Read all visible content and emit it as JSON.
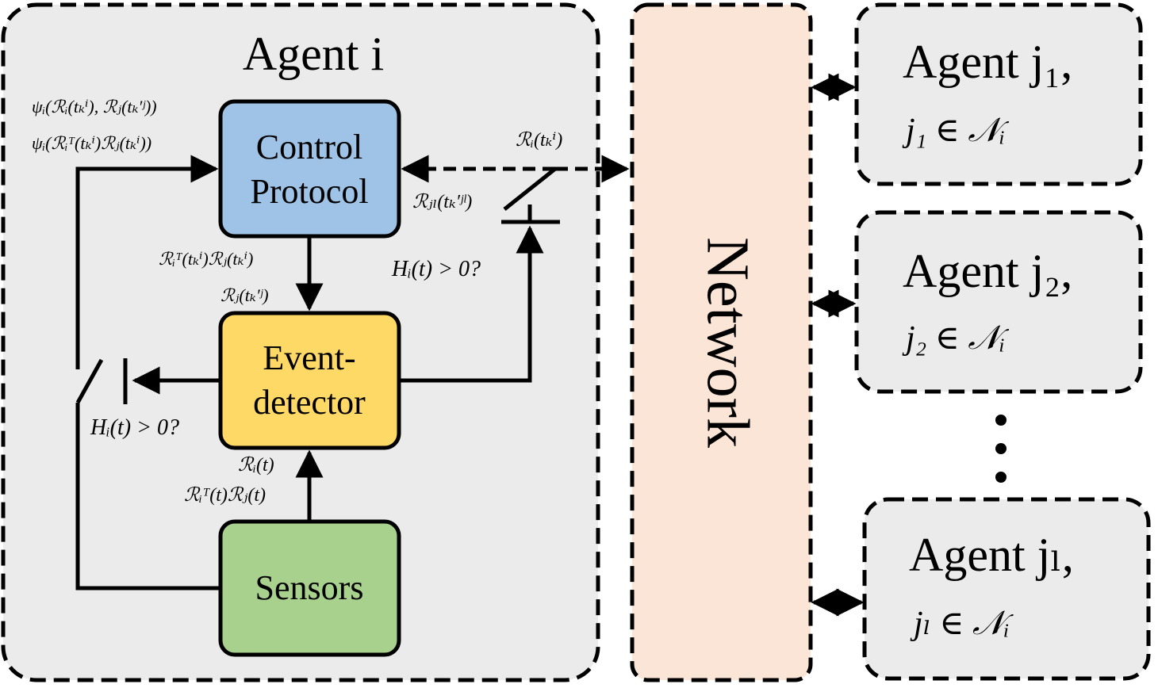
{
  "agent_i": {
    "title": "Agent i",
    "blocks": {
      "control_protocol": {
        "line1": "Control",
        "line2": "Protocol",
        "color": "#9fc3e6"
      },
      "event_detector": {
        "line1": "Event-",
        "line2": "detector",
        "color": "#ffd966"
      },
      "sensors": {
        "label": "Sensors",
        "color": "#a9d18e"
      }
    },
    "labels": {
      "psi_1": "ψᵢ(ℛᵢ(tₖⁱ), ℛⱼ(tₖ′ʲ))",
      "psi_2": "ψᵢ(ℛᵢᵀ(tₖⁱ)ℛⱼ(tₖⁱ))",
      "r_i_tk": "ℛᵢ(tₖⁱ)",
      "r_jl_tk": "ℛⱼₗ(tₖ′ʲˡ)",
      "ri_t_rj_tk": "ℛᵢᵀ(tₖⁱ)ℛⱼ(tₖⁱ)",
      "rj_tk": "ℛⱼ(tₖ′ʲ)",
      "h_top": "Hᵢ(t) > 0?",
      "h_left": "Hᵢ(t) > 0?",
      "ri_t": "ℛᵢ(t)",
      "ri_rj_t": "ℛᵢᵀ(t)ℛⱼ(t)"
    },
    "background": "#ebebeb"
  },
  "network": {
    "label": "Network",
    "color": "#fbe5d6"
  },
  "neighbors": [
    {
      "title": "Agent j₁,",
      "membership": "j₁ ∈ 𝒩ᵢ"
    },
    {
      "title": "Agent j₂,",
      "membership": "j₂ ∈ 𝒩ᵢ"
    },
    {
      "title": "Agent jₗ,",
      "membership": "jₗ ∈ 𝒩ᵢ"
    }
  ],
  "ellipsis": "⋮"
}
